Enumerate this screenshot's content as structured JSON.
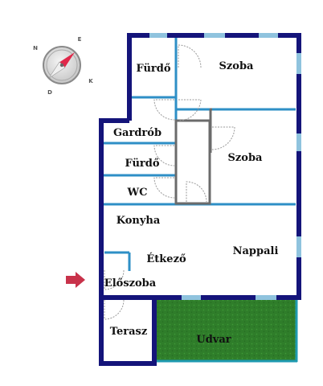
{
  "colors": {
    "outer_wall": "#14147a",
    "inner_wall": "#2e8fc6",
    "core_wall": "#6b6b6b",
    "window": "#8fc3de",
    "garden": "#2f7d2a",
    "garden_edge": "#1e9ab0",
    "terrace_edge": "#b03030",
    "entrance_arrow": "#c8324a",
    "door_arc": "#9a9a9a"
  },
  "compass": {
    "letters": [
      "N",
      "E",
      "K",
      "D"
    ],
    "needle_north_color": "#e0284a",
    "needle_south_color": "#f0f0f0",
    "ring_color": "#8a8a8a"
  },
  "rooms": [
    {
      "id": "furdo-upper",
      "label": "Fürdő"
    },
    {
      "id": "szoba-upper",
      "label": "Szoba"
    },
    {
      "id": "gardrob",
      "label": "Gardrób"
    },
    {
      "id": "furdo-lower",
      "label": "Fürdő"
    },
    {
      "id": "szoba-lower",
      "label": "Szoba"
    },
    {
      "id": "wc",
      "label": "WC"
    },
    {
      "id": "konyha",
      "label": "Konyha"
    },
    {
      "id": "etkezo",
      "label": "Étkező"
    },
    {
      "id": "nappali",
      "label": "Nappali"
    },
    {
      "id": "eloszoba",
      "label": "Előszoba"
    },
    {
      "id": "terasz",
      "label": "Terasz"
    },
    {
      "id": "udvar",
      "label": "Udvar"
    }
  ],
  "entrance": {
    "icon": "entrance-arrow-icon"
  }
}
